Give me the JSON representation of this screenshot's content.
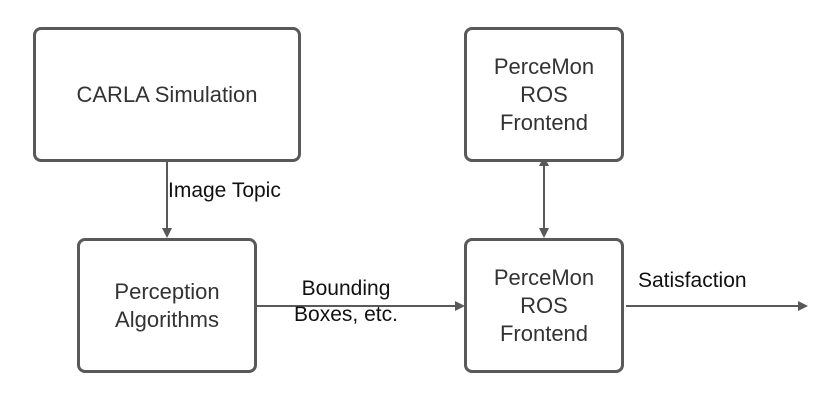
{
  "colors": {
    "box_border": "#595959",
    "box_text": "#333333",
    "edge": "#595959",
    "edge_label_text": "#111111",
    "background": "#ffffff"
  },
  "nodes": {
    "carla": {
      "label": "CARLA Simulation"
    },
    "perception": {
      "label": "Perception\nAlgorithms"
    },
    "perce_top": {
      "label": "PerceMon\nROS\nFrontend"
    },
    "perce_bottom": {
      "label": "PerceMon\nROS\nFrontend"
    }
  },
  "edges": {
    "image_topic": {
      "label": "Image Topic"
    },
    "bounding_boxes": {
      "label": "Bounding\nBoxes, etc."
    },
    "satisfaction": {
      "label": "Satisfaction"
    }
  }
}
